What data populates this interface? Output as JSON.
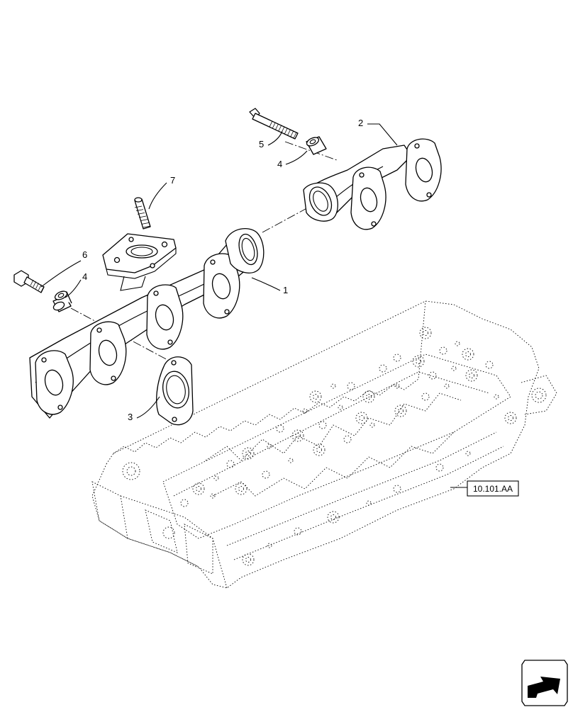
{
  "callouts": {
    "c1": "1",
    "c2": "2",
    "c3": "3",
    "c4a": "4",
    "c4b": "4",
    "c5": "5",
    "c6": "6",
    "c7": "7"
  },
  "reference": {
    "label": "10.101.AA"
  },
  "icons": {
    "next": "next-page-arrow-icon"
  }
}
